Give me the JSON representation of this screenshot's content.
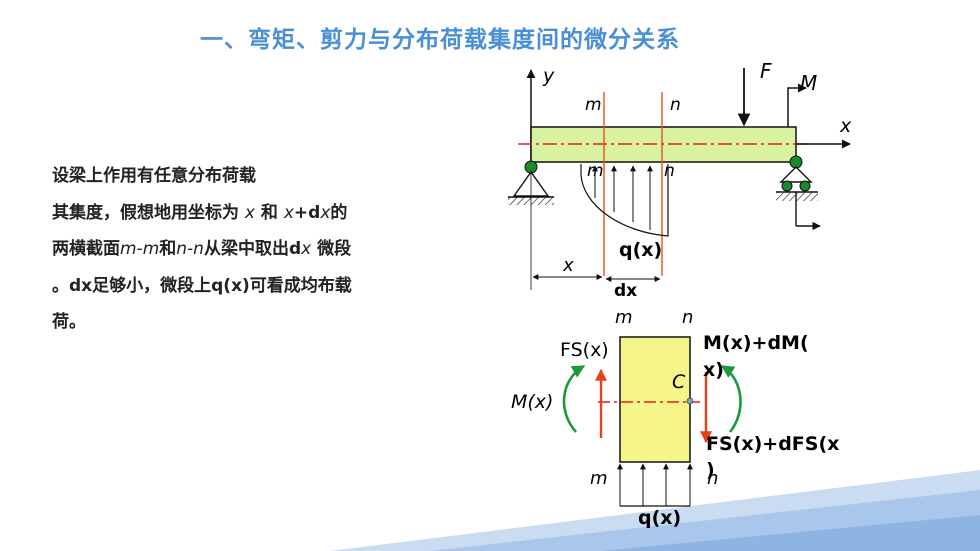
{
  "title": "一、弯矩、剪力与分布荷载集度间的微分关系",
  "paragraph": {
    "line1": "设梁上作用有任意分布荷载",
    "line2_a": "其集度，假想地用坐标为",
    "line2_x": "x",
    "line2_and": "和",
    "line2_xdx": "x",
    "line2_plus": "+d",
    "line2_x2": "x",
    "line2_de": "的",
    "line3_a": "两横截面",
    "line3_mm": "m-m",
    "line3_and": "和",
    "line3_nn": "n-n",
    "line3_b": "从梁中取出d",
    "line3_x": "x",
    "line3_c": "微段",
    "line4": "。dx足够小，微段上q(x)可看成均布载",
    "line5": "荷。"
  },
  "beam_figure": {
    "y_axis": "y",
    "x_axis": "x",
    "force_F": "F",
    "moment_M": "M",
    "section_m_top": "m",
    "section_n_top": "n",
    "section_m_bottom": "m",
    "section_n_bottom": "n",
    "load": "q(x)",
    "dim_x": "x",
    "dim_dx": "dx"
  },
  "element_figure": {
    "m_top": "m",
    "n_top": "n",
    "m_bottom": "m",
    "n_bottom": "n",
    "shear_left": "FS(x)",
    "moment_left": "M(x)",
    "moment_right_a": "M(x)+dM(",
    "moment_right_b": "x)",
    "shear_right_a": "FS(x)+dFS(x",
    "shear_right_b": ")",
    "point_c": "C",
    "load": "q(x)"
  },
  "colors": {
    "title": "#4a8fd6",
    "beam_fill": "#d9f2a0",
    "element_fill": "#f5f58a",
    "section_line": "#e8501a",
    "center_line": "#e02020",
    "support_ball": "#1a8a2a",
    "curved_arrow": "#1a9a3a",
    "shear_arrow": "#e8401a",
    "bottom_band": "#a9c7ea"
  }
}
